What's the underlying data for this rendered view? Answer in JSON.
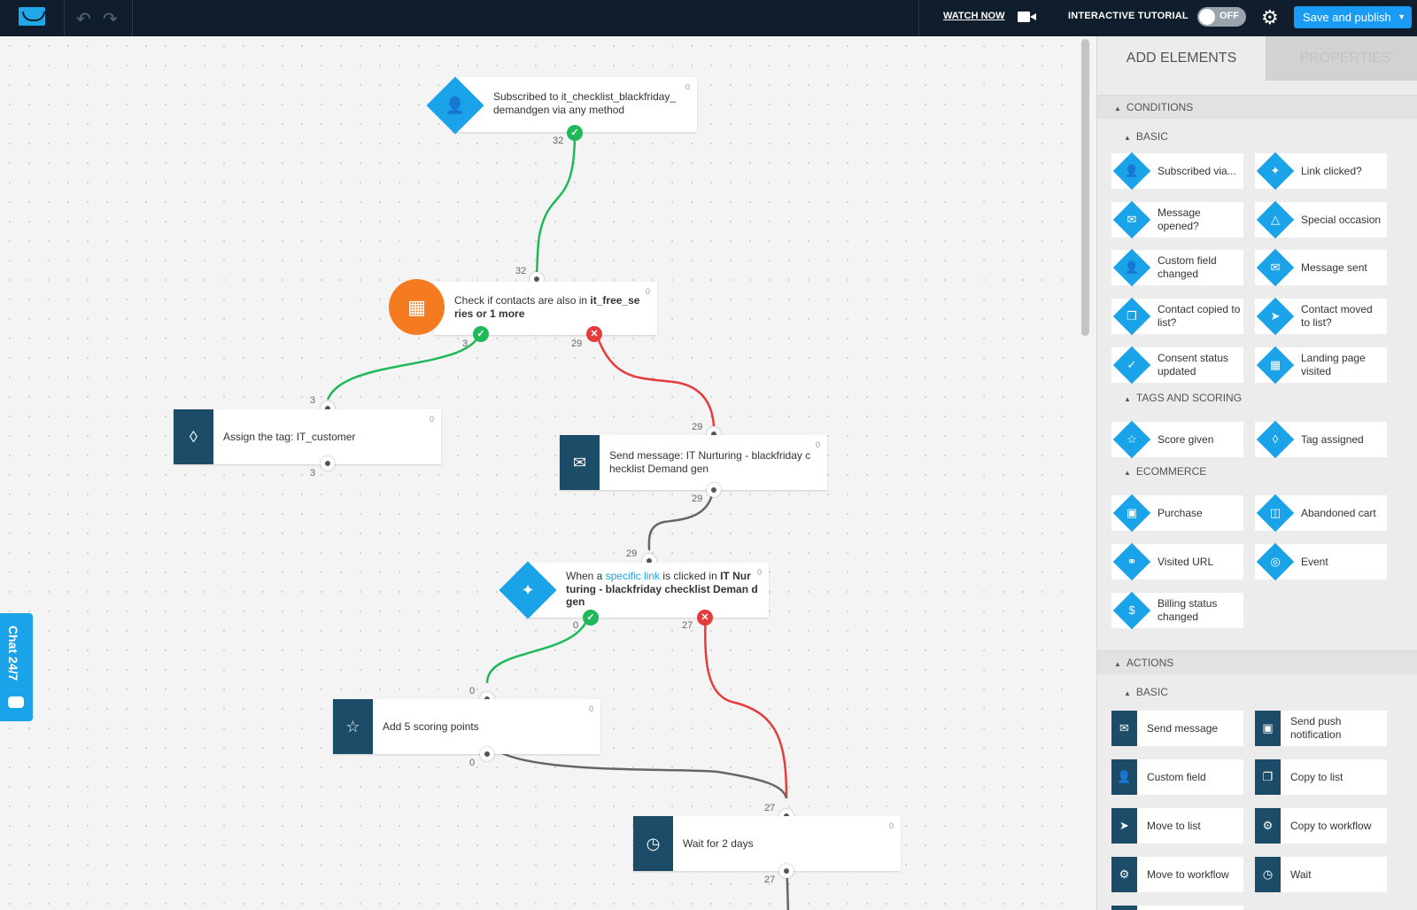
{
  "topbar": {
    "watch_now": "WATCH NOW",
    "interactive_tutorial": "INTERACTIVE TUTORIAL",
    "toggle_state": "OFF",
    "publish_label": "Save and publish",
    "icons": [
      "logo-envelope-icon",
      "undo-icon",
      "redo-icon",
      "video-camera-icon",
      "gear-icon",
      "caret-down-icon"
    ]
  },
  "canvas": {
    "nodes": {
      "subscribed": {
        "text": "Subscribed to it_checklist_blackfriday_ demandgen via any method",
        "count_out": "32",
        "corner": "0"
      },
      "check": {
        "text_plain": "Check if contacts are also in ",
        "text_bold": "it_free_se ries or 1 more",
        "count_in": "32",
        "count_yes": "3",
        "count_no": "29",
        "corner": "0"
      },
      "assign_tag": {
        "text": "Assign the tag: IT_customer",
        "count_in": "3",
        "count_out": "3",
        "corner": "0"
      },
      "send_message": {
        "text": "Send message: IT Nurturing - blackfriday c hecklist Demand gen",
        "count_in": "29",
        "count_out": "29",
        "corner": "0"
      },
      "link_click": {
        "pre": "When a ",
        "link": "specific link",
        "mid": " is clicked in ",
        "bold": "IT Nur turing - blackfriday checklist Deman d gen",
        "count_in": "29",
        "count_yes": "0",
        "count_no": "27",
        "corner": "0"
      },
      "scoring": {
        "text": "Add 5 scoring points",
        "count_in": "0",
        "count_out": "0",
        "corner": "0"
      },
      "wait": {
        "text": "Wait for 2 days",
        "count_in": "27",
        "count_out": "27",
        "corner": "0"
      }
    },
    "chat_label": "Chat 24/7"
  },
  "panel": {
    "tabs": [
      "ADD ELEMENTS",
      "PROPERTIES"
    ],
    "conditions_header": "CONDITIONS",
    "basic_header": "BASIC",
    "conditions_basic": [
      "Subscribed via...",
      "Link clicked?",
      "Message opened?",
      "Special occasion",
      "Custom field changed",
      "Message sent",
      "Contact copied to list?",
      "Contact moved to list?",
      "Consent status updated",
      "Landing page visited"
    ],
    "tags_header": "TAGS AND SCORING",
    "tags": [
      "Score given",
      "Tag assigned"
    ],
    "ecommerce_header": "ECOMMERCE",
    "ecommerce": [
      "Purchase",
      "Abandoned cart",
      "Visited URL",
      "Event",
      "Billing status changed"
    ],
    "actions_header": "ACTIONS",
    "actions_basic_header": "BASIC",
    "actions_basic": [
      "Send message",
      "Send push notification",
      "Custom field",
      "Copy to list",
      "Move to list",
      "Copy to workflow",
      "Move to workflow",
      "Wait"
    ],
    "colors": {
      "accent": "#1aa3e8",
      "action_dark": "#1c4c67",
      "yes": "#1fb95a",
      "no": "#e53b3b",
      "filter_orange": "#f47b20"
    }
  }
}
